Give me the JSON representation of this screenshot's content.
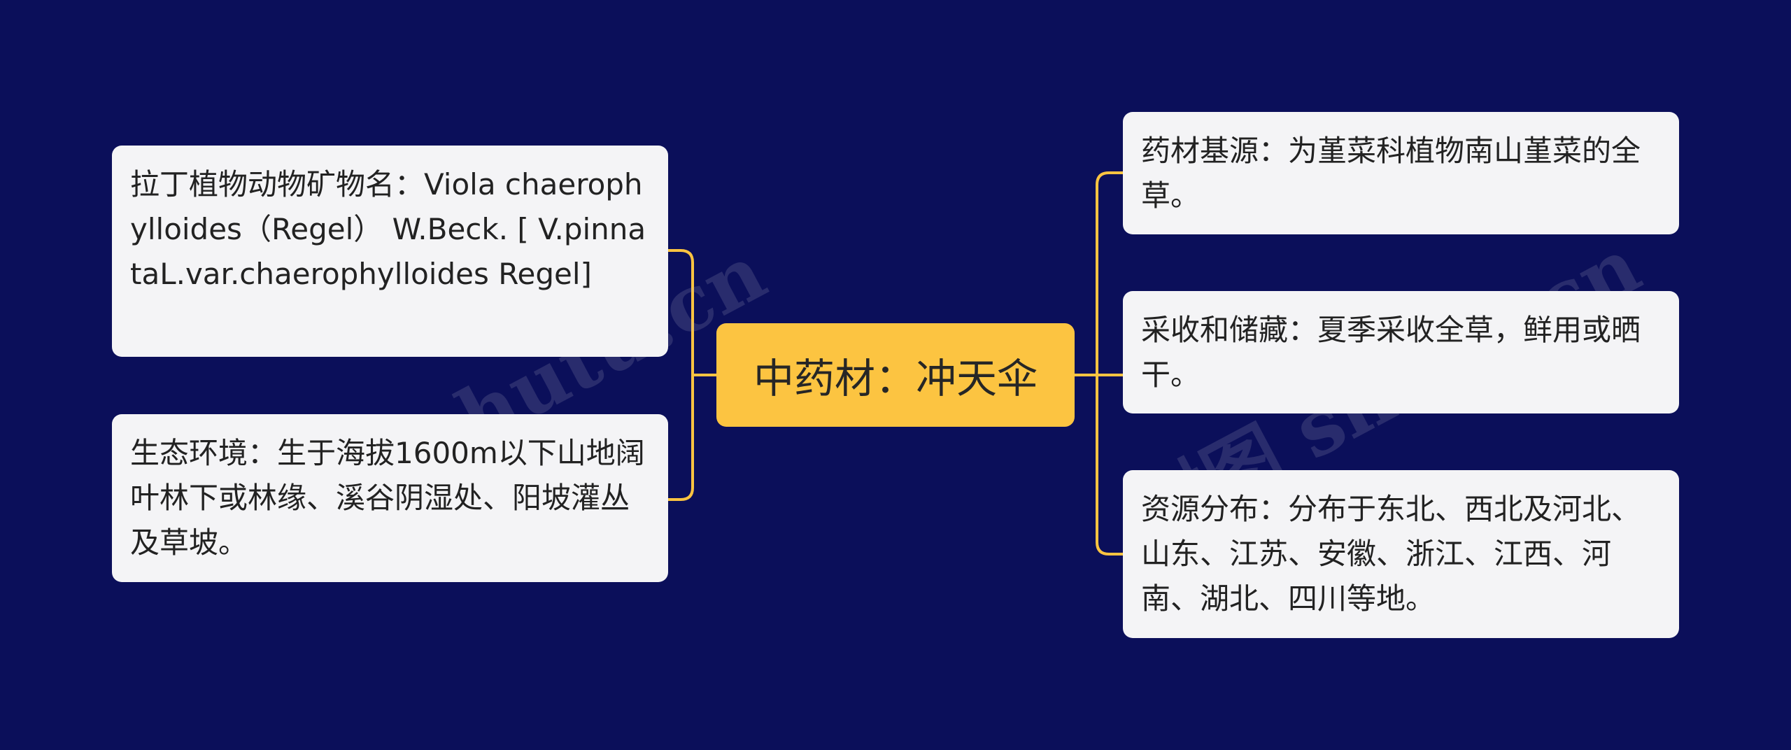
{
  "center": {
    "title": "中药材：冲天伞"
  },
  "left_nodes": [
    {
      "text": "拉丁植物动物矿物名：Viola chaerophylloides（Regel） W.Beck. [ V.pinnataL.var.chaerophylloides Regel]"
    },
    {
      "text": "生态环境：生于海拔1600m以下山地阔叶林下或林缘、溪谷阴湿处、阳坡灌丛及草坡。"
    }
  ],
  "right_nodes": [
    {
      "text": "药材基源：为堇菜科植物南山堇菜的全草。"
    },
    {
      "text": "采收和储藏：夏季采收全草，鲜用或晒干。"
    },
    {
      "text": "资源分布：分布于东北、西北及河北、山东、江苏、安徽、浙江、江西、河南、湖北、四川等地。"
    }
  ],
  "watermark": {
    "text": "树图 shutu.cn"
  },
  "colors": {
    "background": "#0b0f5a",
    "center_fill": "#fcc441",
    "connector": "#fcc441",
    "node_fill": "#f4f4f6"
  }
}
